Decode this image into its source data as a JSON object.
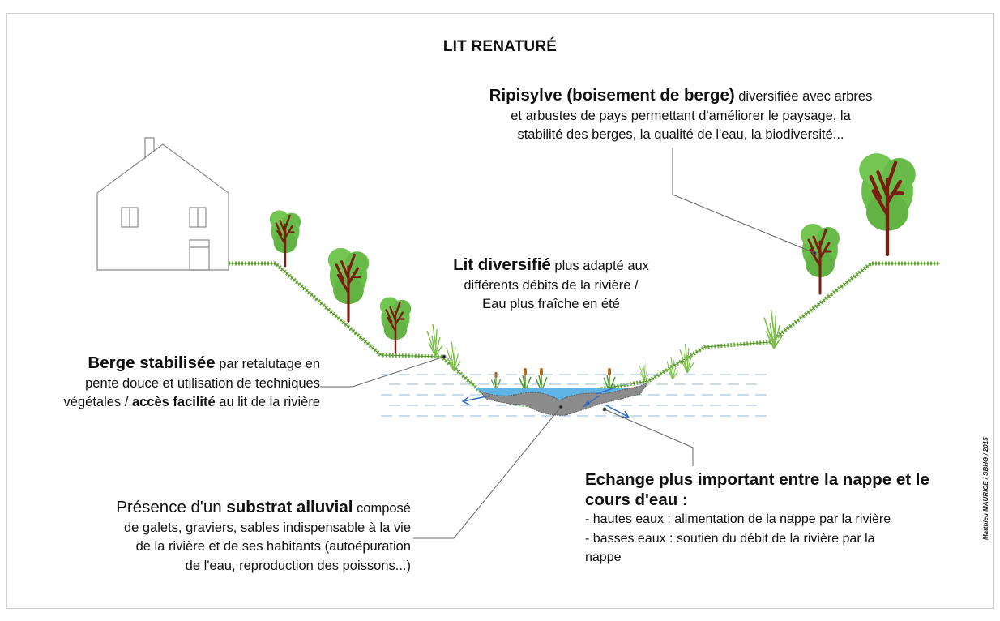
{
  "title": "LIT RENATURÉ",
  "ripisylve": {
    "bold": "Ripisylve (boisement de berge)",
    "rest1": " diversifiée avec arbres",
    "line2": "et arbustes de pays  permettant d'améliorer le paysage, la",
    "line3": "stabilité des berges, la qualité de l'eau, la biodiversité..."
  },
  "lit": {
    "bold": "Lit diversifié",
    "rest1": " plus adapté aux",
    "line2": "différents débits de la rivière /",
    "line3": "Eau plus fraîche en été"
  },
  "berge": {
    "bold": "Berge stabilisée",
    "rest1": " par retalutage en",
    "line2": "pente douce et utilisation de techniques",
    "line3a": "végétales / ",
    "line3bold": "accès facilité",
    "line3b": " au lit de la rivière"
  },
  "substrat": {
    "pre": "Présence d'un ",
    "bold": "substrat alluvial",
    "post": " composé",
    "line2": "de galets, graviers, sables indispensable à la vie",
    "line3": "de la rivière et de ses habitants (autoépuration",
    "line4": "de l'eau, reproduction des poissons...)"
  },
  "echange": {
    "head1": "Echange plus important entre la nappe et le",
    "head2": "cours d'eau :",
    "item1": " - hautes eaux : alimentation de la nappe par la rivière",
    "item2": " - basses eaux : soutien du débit de la rivière par la",
    "item2b": "nappe"
  },
  "credit": "Matthieu MAURICE / SBHG / 2015",
  "colors": {
    "foliage": "#6abf4b",
    "foliage_dark": "#3e8e2c",
    "trunk": "#7a1e12",
    "water": "#5fb4e6",
    "gravel": "#8c8c8c",
    "grass": "#6fae3c",
    "arrow": "#3a6cc4",
    "leader": "#666666"
  }
}
